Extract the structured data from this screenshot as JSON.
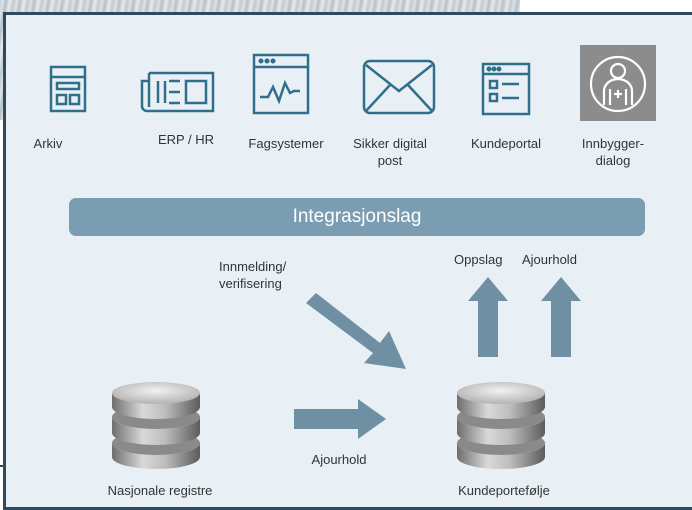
{
  "systems": [
    {
      "label": "Arkiv",
      "icon": "archive-window-icon"
    },
    {
      "label": "ERP / HR",
      "icon": "newspaper-icon"
    },
    {
      "label": "Fagsystemer",
      "icon": "pulse-window-icon"
    },
    {
      "label": "Sikker digital post",
      "icon": "envelope-icon"
    },
    {
      "label": "Kundeportal",
      "icon": "form-window-icon"
    },
    {
      "label": "Innbygger-dialog",
      "icon": "person-icon"
    }
  ],
  "labels": {
    "sikker_line1": "Sikker digital",
    "sikker_line2": "post",
    "innbygger_line1": "Innbygger-",
    "innbygger_line2": "dialog"
  },
  "integration_layer": "Integrasjonslag",
  "flows": {
    "innmelding_line1": "Innmelding/",
    "innmelding_line2": "verifisering",
    "oppslag": "Oppslag",
    "ajourhold_up": "Ajourhold",
    "ajourhold_bottom": "Ajourhold"
  },
  "databases": {
    "national": "Nasjonale registre",
    "portfolio": "Kundeportefølje"
  },
  "colors": {
    "panel": "#e9f0f5",
    "border": "#2d4a5e",
    "icon": "#2f6f8c",
    "layer": "#7a9db2",
    "arrow": "#6f8fa3"
  }
}
